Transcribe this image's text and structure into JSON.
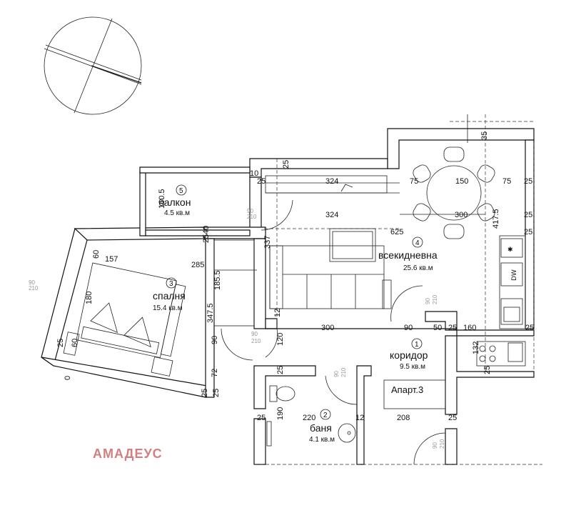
{
  "rooms": {
    "r1": {
      "num": "1",
      "name": "коридор",
      "area": "9.5 кв.м"
    },
    "r2": {
      "num": "2",
      "name": "баня",
      "area": "4.1 кв.м"
    },
    "r3": {
      "num": "3",
      "name": "спалня",
      "area": "15.4 кв.м"
    },
    "r4": {
      "num": "4",
      "name": "всекидневна",
      "area": "25.6 кв.м"
    },
    "r5": {
      "num": "5",
      "name": "балкон",
      "area": "4.5 кв.м"
    }
  },
  "apartment_label": "Апарт.3",
  "watermark": "АМАДЕУС",
  "dimensions": {
    "d35": "35",
    "d75a": "75",
    "d150": "150",
    "d75b": "75",
    "d25a": "25",
    "d324a": "324",
    "d10": "10",
    "d25b": "25",
    "d25c": "25",
    "d324b": "324",
    "d300a": "300",
    "d4175": "417.5",
    "d25d": "25",
    "d625": "625",
    "d25e": "25",
    "d1605": "160.5",
    "d40": "40",
    "d25f": "25",
    "d337": "337",
    "d60a": "60",
    "d157": "157",
    "d285": "285",
    "d1855": "185.5",
    "d180": "180",
    "d3475": "347.5",
    "d12a": "12",
    "d300b": "300",
    "d90a": "90",
    "d50": "50",
    "d25g": "25",
    "d160": "160",
    "d25h": "25",
    "d120": "120",
    "d90b": "90",
    "d72": "72",
    "d60b": "60",
    "d25i": "25",
    "d25j": "25",
    "d25k": "25",
    "d25l": "25",
    "d132": "132",
    "d25m": "25",
    "d190": "190",
    "d220": "220",
    "d12b": "12",
    "d208": "208",
    "d25n": "25",
    "d25o": "25",
    "d0": "0"
  },
  "door_marks": {
    "m1": "90",
    "m2": "210",
    "m3": "90",
    "m4": "210",
    "m5": "90",
    "m6": "210",
    "m7": "90",
    "m8": "210",
    "m9": "90",
    "m10": "210",
    "m11": "90",
    "m12": "210"
  },
  "appliances": {
    "dw": "DW"
  }
}
